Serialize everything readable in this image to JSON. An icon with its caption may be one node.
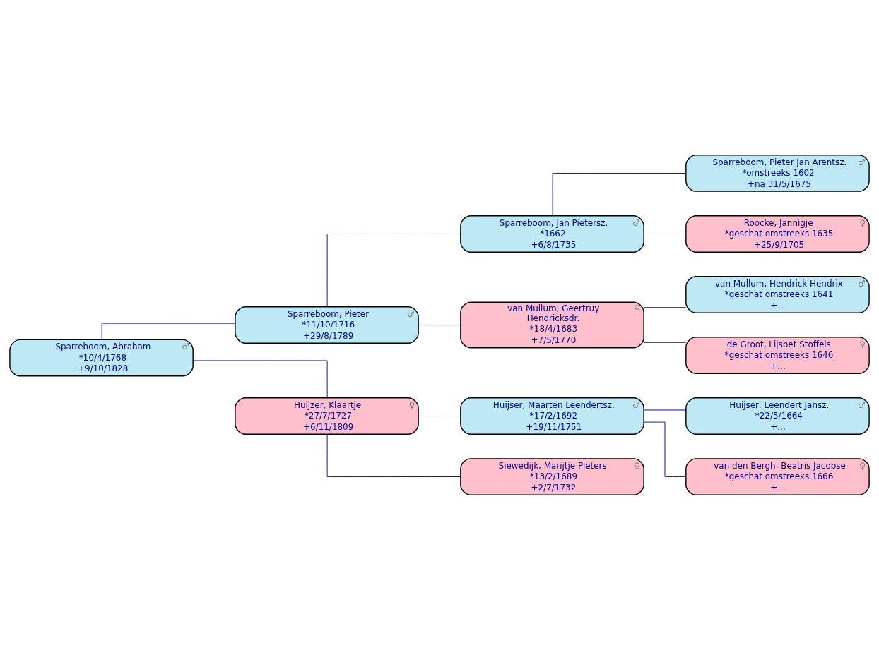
{
  "diagram": {
    "nodes": [
      {
        "text": [
          "Sparreboom, Abraham",
          "♂",
          "*10/4/1768",
          "+9/10/1828"
        ]
      },
      {
        "text": [
          "Sparreboom, Pieter",
          "♂",
          "*11/10/1716",
          "+29/8/1789"
        ]
      },
      {
        "text": [
          "Huijzer, Klaartje",
          "♀",
          "*27/7/1727",
          "+6/11/1809"
        ]
      },
      {
        "text": [
          "Sparreboom, Jan Pietersz.",
          "♂",
          "*1662",
          "+6/8/1735"
        ]
      },
      {
        "text": [
          "van Mullum, Geertruy Hendricksdr.",
          "♀",
          "*18/4/1683",
          "+7/5/1770"
        ]
      },
      {
        "text": [
          "Huijser, Maarten Leendertsz.",
          "♂",
          "*17/2/1692",
          "+19/11/1751"
        ]
      },
      {
        "text": [
          "Siewedijk, Marijtje Pieters",
          "♀",
          "*13/2/1689",
          "+2/7/1732"
        ]
      },
      {
        "text": [
          "Sparreboom, Pieter Jan Arentsz.",
          "♂",
          "*omstreeks 1602",
          "+na 31/5/1675"
        ]
      },
      {
        "text": [
          "Roocke, Jannigje",
          "♀",
          "*geschat omstreeks 1635",
          "+25/9/1705"
        ]
      },
      {
        "text": [
          "van Mullum, Hendrick Hendrix",
          "♂",
          "*geschat omstreeks 1641",
          "+..."
        ]
      },
      {
        "text": [
          "de Groot, Lijsbet Stoffels",
          "♀",
          "*geschat omstreeks 1646",
          "+..."
        ]
      },
      {
        "text": [
          "Huijser, Leendert Jansz.",
          "♂",
          "*22/5/1664",
          "+..."
        ]
      },
      {
        "text": [
          "van den Bergh, Beatris Jacobse",
          "♀",
          "*geschat omstreeks 1666",
          "+..."
        ]
      }
    ],
    "edges": [
      {
        "from": 0,
        "to": 1,
        "arrow": "none"
      },
      {
        "from": 0,
        "to": 2,
        "arrow": "none"
      },
      {
        "from": 1,
        "to": 3,
        "arrow": "none"
      },
      {
        "from": 1,
        "to": 4,
        "arrow": "none"
      },
      {
        "from": 2,
        "to": 5,
        "arrow": "none"
      },
      {
        "from": 2,
        "to": 6,
        "arrow": "none"
      },
      {
        "from": 3,
        "to": 7,
        "arrow": "none"
      },
      {
        "from": 3,
        "to": 8,
        "arrow": "none"
      },
      {
        "from": 4,
        "to": 9,
        "arrow": "none"
      },
      {
        "from": 4,
        "to": 10,
        "arrow": "none"
      },
      {
        "from": 5,
        "to": 11,
        "arrow": "none"
      },
      {
        "from": 5,
        "to": 12,
        "arrow": "none"
      }
    ]
  }
}
